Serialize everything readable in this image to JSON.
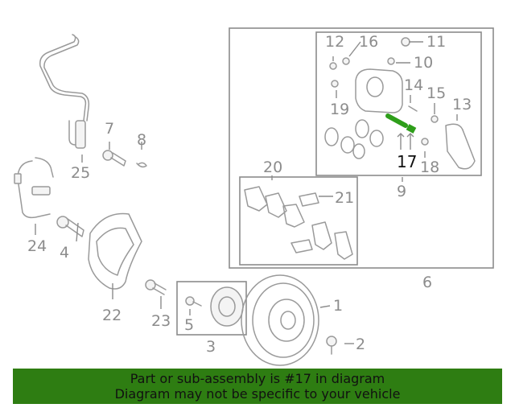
{
  "labels": {
    "p1": "1",
    "p2": "2",
    "p3": "3",
    "p4": "4",
    "p5": "5",
    "p6": "6",
    "p7": "7",
    "p8": "8",
    "p9": "9",
    "p10": "10",
    "p11": "11",
    "p12": "12",
    "p13": "13",
    "p14": "14",
    "p15": "15",
    "p16": "16",
    "p17": "17",
    "p18": "18",
    "p19": "19",
    "p20": "20",
    "p21": "21",
    "p22": "22",
    "p23": "23",
    "p24": "24",
    "p25": "25"
  },
  "highlight": {
    "part": "17",
    "color": "#2e9e1a"
  },
  "banner": {
    "line1": "Part or sub-assembly is #17 in diagram",
    "line2": "Diagram may not be specific to your vehicle",
    "color": "#2e7d12"
  }
}
